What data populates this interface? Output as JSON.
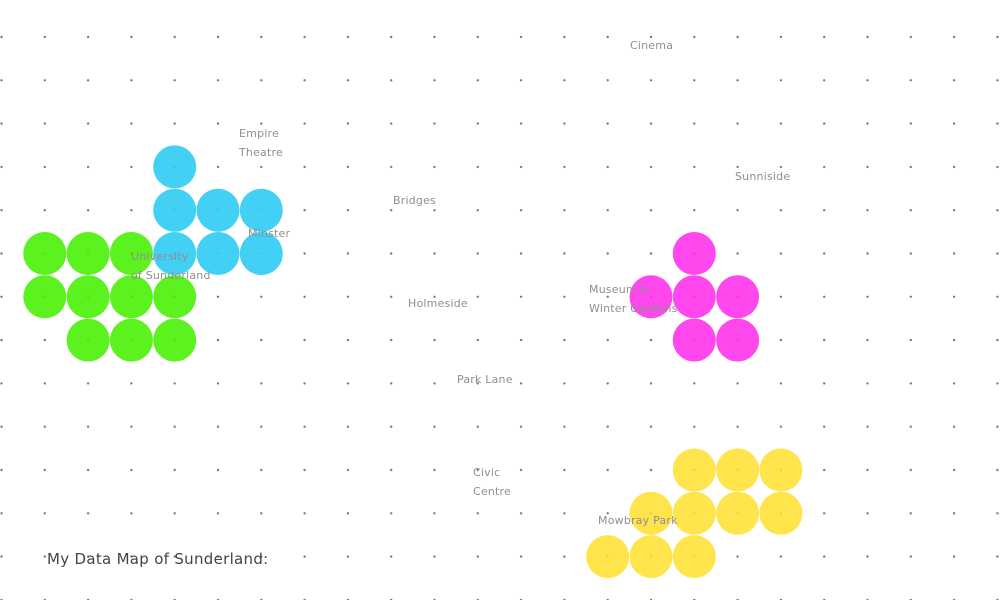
{
  "title": "My Data Map of Sunderland:",
  "colors": {
    "background": "#ffffff",
    "grid_dot": "#7a7a7a",
    "label": "#8f8f8f",
    "title": "#444444"
  },
  "places": [
    {
      "id": "cinema",
      "text": "Cinema"
    },
    {
      "id": "empire-theatre",
      "text": "Empire\nTheatre"
    },
    {
      "id": "sunniside",
      "text": "Sunniside"
    },
    {
      "id": "bridges",
      "text": "Bridges"
    },
    {
      "id": "minster",
      "text": "Minster"
    },
    {
      "id": "university-of-sunderland",
      "text": "University\nof Sunderland"
    },
    {
      "id": "museum-winter-gardens",
      "text": "Museum &\nWinter Gardens"
    },
    {
      "id": "holmeside",
      "text": "Holmeside"
    },
    {
      "id": "park-lane",
      "text": "Park Lane"
    },
    {
      "id": "civic-centre",
      "text": "Civic\nCentre"
    },
    {
      "id": "mowbray-park",
      "text": "Mowbray Park"
    }
  ],
  "clusters": [
    {
      "name": "cyan",
      "color": "#2ecbf3",
      "opacity": 0.9,
      "cells": [
        [
          4,
          3
        ],
        [
          4,
          4
        ],
        [
          5,
          4
        ],
        [
          6,
          4
        ],
        [
          4,
          5
        ],
        [
          5,
          5
        ],
        [
          6,
          5
        ]
      ]
    },
    {
      "name": "green",
      "color": "#44f000",
      "opacity": 0.88,
      "cells": [
        [
          1,
          5
        ],
        [
          2,
          5
        ],
        [
          3,
          5
        ],
        [
          1,
          6
        ],
        [
          2,
          6
        ],
        [
          3,
          6
        ],
        [
          4,
          6
        ],
        [
          2,
          7
        ],
        [
          3,
          7
        ],
        [
          4,
          7
        ]
      ]
    },
    {
      "name": "magenta",
      "color": "#ff2eea",
      "opacity": 0.88,
      "cells": [
        [
          16,
          5
        ],
        [
          15,
          6
        ],
        [
          16,
          6
        ],
        [
          17,
          6
        ],
        [
          16,
          7
        ],
        [
          17,
          7
        ]
      ]
    },
    {
      "name": "yellow",
      "color": "#ffe02e",
      "opacity": 0.86,
      "cells": [
        [
          16,
          10
        ],
        [
          17,
          10
        ],
        [
          18,
          10
        ],
        [
          15,
          11
        ],
        [
          16,
          11
        ],
        [
          17,
          11
        ],
        [
          18,
          11
        ],
        [
          14,
          12
        ],
        [
          15,
          12
        ],
        [
          16,
          12
        ]
      ]
    }
  ]
}
